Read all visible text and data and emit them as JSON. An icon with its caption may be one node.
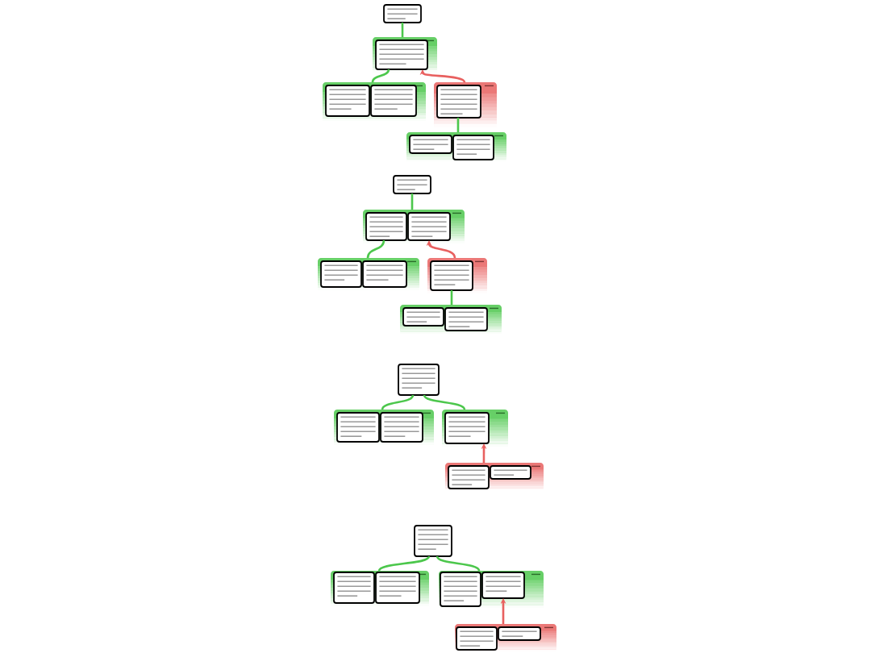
{
  "diagram": {
    "nodes": [
      {
        "text": [],
        "shape": "box"
      },
      {
        "text": [],
        "shape": "box"
      },
      {
        "text": [],
        "shape": "box",
        "in": 1
      },
      {
        "text": [],
        "shape": "box"
      },
      {
        "text": [],
        "shape": "box",
        "in": 3
      },
      {
        "text": [],
        "shape": "box",
        "in": 3
      },
      {
        "text": [],
        "shape": "box"
      },
      {
        "text": [],
        "shape": "box",
        "in": 6
      },
      {
        "text": [],
        "shape": "box"
      },
      {
        "text": [],
        "shape": "box",
        "in": 8
      },
      {
        "text": [],
        "shape": "box",
        "in": 8
      },
      {
        "text": [],
        "shape": "box"
      },
      {
        "text": [],
        "shape": "box"
      },
      {
        "text": [],
        "shape": "box",
        "in": 12
      },
      {
        "text": [],
        "shape": "box",
        "in": 12
      },
      {
        "text": [],
        "shape": "box"
      },
      {
        "text": [],
        "shape": "box",
        "in": 15
      },
      {
        "text": [],
        "shape": "box",
        "in": 15
      },
      {
        "text": [],
        "shape": "box"
      },
      {
        "text": [],
        "shape": "box",
        "in": 18
      },
      {
        "text": [],
        "shape": "box"
      },
      {
        "text": [],
        "shape": "box",
        "in": 20
      },
      {
        "text": [],
        "shape": "box",
        "in": 20
      },
      {
        "text": [],
        "shape": "box"
      },
      {
        "text": [],
        "shape": "box"
      },
      {
        "text": [],
        "shape": "box",
        "in": 24
      },
      {
        "text": [],
        "shape": "box",
        "in": 24
      },
      {
        "text": [],
        "shape": "box"
      },
      {
        "text": [],
        "shape": "box",
        "in": 27
      },
      {
        "text": [],
        "shape": "box"
      },
      {
        "text": [],
        "shape": "box",
        "in": 29
      },
      {
        "text": [],
        "shape": "box",
        "in": 29
      },
      {
        "text": [],
        "shape": "box"
      },
      {
        "text": [],
        "shape": "box"
      },
      {
        "text": [],
        "shape": "box",
        "in": 33
      },
      {
        "text": [],
        "shape": "box",
        "in": 33
      },
      {
        "text": [],
        "shape": "box"
      },
      {
        "text": [],
        "shape": "box",
        "in": 36
      },
      {
        "text": [],
        "shape": "box",
        "in": 36
      },
      {
        "text": [],
        "shape": "box"
      },
      {
        "text": [],
        "shape": "box",
        "in": 39
      },
      {
        "text": [],
        "shape": "box",
        "in": 39
      }
    ],
    "edges": [
      {
        "from": 1,
        "to": 0,
        "arrow": "none"
      },
      {
        "from": 3,
        "to": 2,
        "arrow": "none"
      },
      {
        "from": 6,
        "to": 2,
        "arrow": "to",
        "color": "#e8605f"
      },
      {
        "from": 8,
        "to": 7,
        "arrow": "none"
      },
      {
        "from": 12,
        "to": 11,
        "arrow": "none"
      },
      {
        "from": 15,
        "to": 13,
        "arrow": "none"
      },
      {
        "from": 18,
        "to": 14,
        "arrow": "to",
        "color": "#e8605f"
      },
      {
        "from": 20,
        "to": 19,
        "arrow": "none"
      },
      {
        "from": 24,
        "to": 23,
        "arrow": "none"
      },
      {
        "from": 27,
        "to": 23,
        "arrow": "none"
      },
      {
        "from": 29,
        "to": 28,
        "arrow": "to",
        "color": "#e8605f"
      },
      {
        "from": 33,
        "to": 32,
        "arrow": "none"
      },
      {
        "from": 36,
        "to": 32,
        "arrow": "none"
      },
      {
        "from": 39,
        "to": 38,
        "arrow": "to",
        "color": "#e8605f"
      }
    ]
  }
}
